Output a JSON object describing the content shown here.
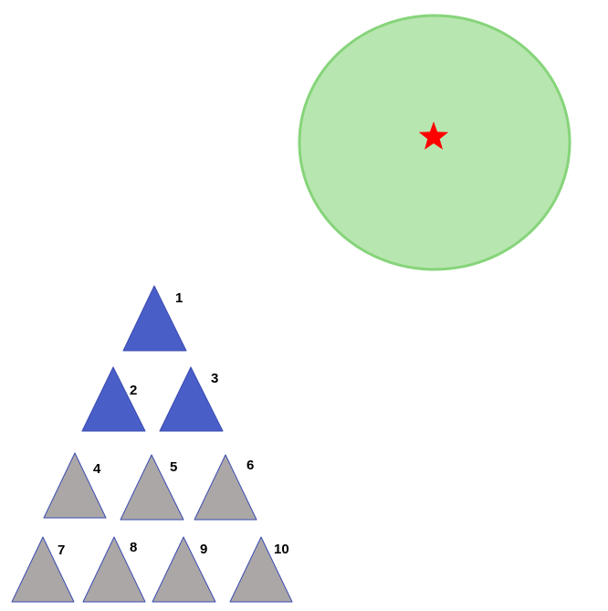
{
  "colors": {
    "background": "#ffffff",
    "target_fill": "#b8e6b0",
    "target_stroke": "#86d47a",
    "star": "#ff0000",
    "active_fill": "#4a5ec8",
    "active_stroke": "#3a4bb0",
    "inactive_fill": "#aba7a7",
    "inactive_stroke": "#3a4bb0"
  },
  "target": {
    "icon": "star-icon"
  },
  "pieces": [
    {
      "label": "1",
      "state": "active"
    },
    {
      "label": "2",
      "state": "active"
    },
    {
      "label": "3",
      "state": "active"
    },
    {
      "label": "4",
      "state": "inactive"
    },
    {
      "label": "5",
      "state": "inactive"
    },
    {
      "label": "6",
      "state": "inactive"
    },
    {
      "label": "7",
      "state": "inactive"
    },
    {
      "label": "8",
      "state": "inactive"
    },
    {
      "label": "9",
      "state": "inactive"
    },
    {
      "label": "10",
      "state": "inactive"
    }
  ]
}
